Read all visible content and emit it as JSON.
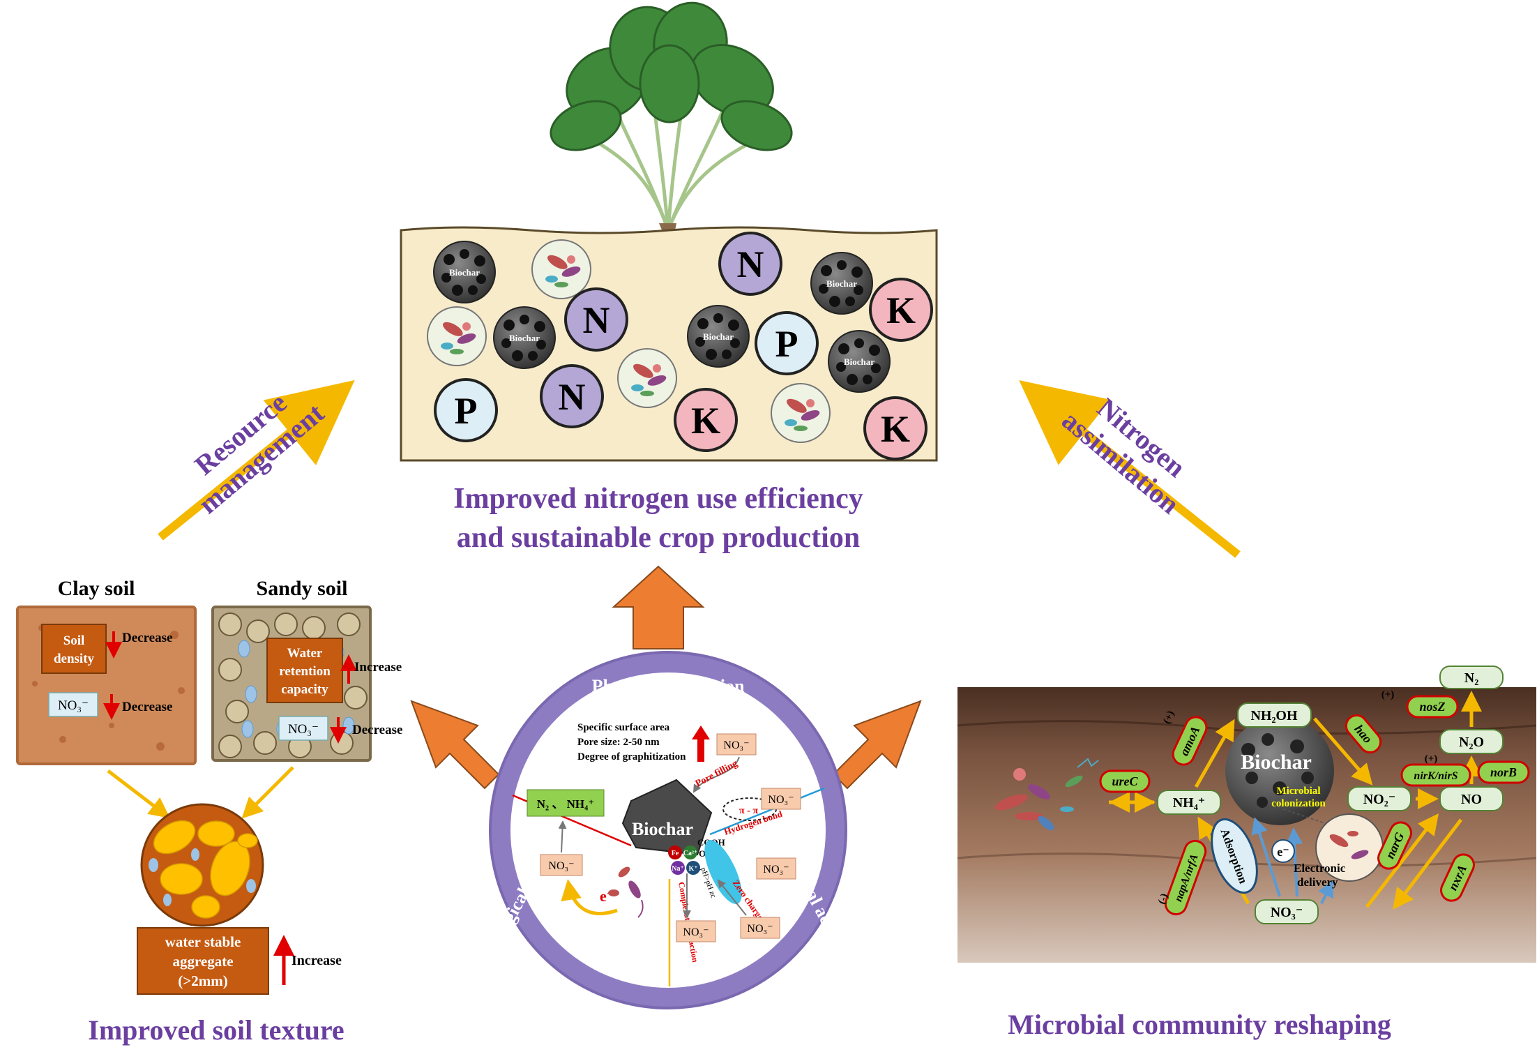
{
  "main": {
    "title_line1": "Improved nitrogen use efficiency",
    "title_line2": "and sustainable crop production"
  },
  "arrows": {
    "resource_line1": "Resource",
    "resource_line2": "management",
    "nitrogen_line1": "Nitrogen",
    "nitrogen_line2": "assimilation"
  },
  "field": {
    "biochar_label": "Biochar",
    "n": "N",
    "p": "P",
    "k": "K"
  },
  "texture": {
    "clay_title": "Clay soil",
    "sandy_title": "Sandy soil",
    "soil_density": [
      "Soil",
      "density"
    ],
    "decrease": "Decrease",
    "increase": "Increase",
    "water_retention": [
      "Water",
      "retention",
      "capacity"
    ],
    "no3": "NO₃⁻",
    "aggregate": [
      "water stable",
      "aggregate",
      "(>2mm)"
    ],
    "caption": "Improved soil texture"
  },
  "circle": {
    "physical": "Physical adsorption",
    "chemical": "Chemical actions",
    "biological": "Biological actions",
    "biochar": "Biochar",
    "specific_area": "Specific surface area",
    "pore_size": "Pore size:  2-50 nm",
    "graphitization": "Degree of graphitization",
    "pore_filling": "Pore filling",
    "pi_pi": "π - π",
    "hydrogen_bond": "Hydrogen bond",
    "cooh": "COOH",
    "oh": "OH",
    "complexation": "Complexation reaction",
    "zero_charge": "Zero charge",
    "phpzc": "pH>pH zc",
    "n2_nh4": "N₂ 、 NH₄⁺",
    "electron": "e⁻",
    "no3": "NO₃⁻",
    "ions": [
      "Fe",
      "Ca²⁺",
      "Na⁺",
      "K⁺"
    ]
  },
  "microbial": {
    "caption": "Microbial community reshaping",
    "biochar": "Biochar",
    "colonization": [
      "Microbial",
      "colonization"
    ],
    "adsorption": "Adsorption",
    "electronic_delivery": [
      "Electronic",
      "delivery"
    ],
    "e_minus": "e⁻",
    "nodes": {
      "n2": "N₂",
      "nh2oh": "NH₂OH",
      "n2o": "N₂O",
      "nh4": "NH₄⁺",
      "no2": "NO₂⁻",
      "no": "NO",
      "no3": "NO₃⁻"
    },
    "genes": {
      "urec": "ureC",
      "amoa": "amoA",
      "hao": "hao",
      "nosz": "nosZ",
      "nirk": "nirK/nirS",
      "norb": "norB",
      "narg": "narG",
      "nxra": "nxrA",
      "napa": "napA/nrfA"
    },
    "plus": "(+)",
    "minus": "(-)"
  },
  "colors": {
    "title_purple": "#6b3fa0",
    "arrow_yellow": "#f5b800",
    "arrow_orange": "#ed7d31",
    "soil_panel": "#f7ebca",
    "orange_box": "#c55a11",
    "node_green": "#e2f0d9",
    "gene_border": "#d00000"
  }
}
